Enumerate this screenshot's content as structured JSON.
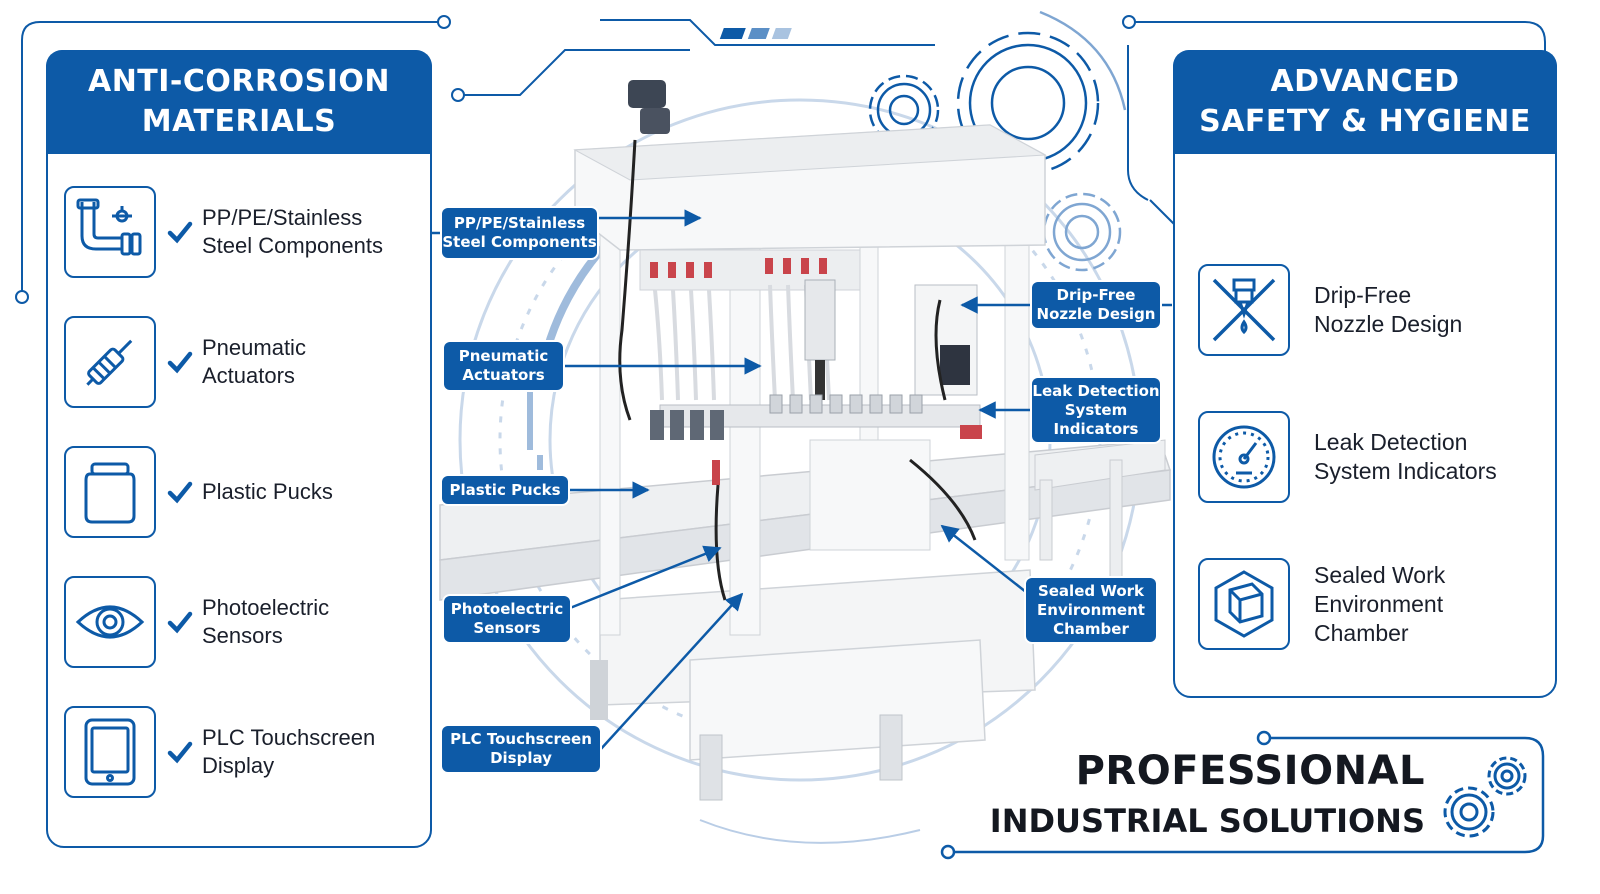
{
  "left_panel": {
    "title": "ANTI-CORROSION\nMATERIALS",
    "items": [
      {
        "label": "PP/PE/Stainless\nSteel Components",
        "icon": "pipe-fittings-icon"
      },
      {
        "label": "Pneumatic\nActuators",
        "icon": "pneumatic-cylinder-icon"
      },
      {
        "label": "Plastic Pucks",
        "icon": "jar-icon"
      },
      {
        "label": "Photoelectric\nSensors",
        "icon": "eye-icon"
      },
      {
        "label": "PLC Touchscreen\nDisplay",
        "icon": "tablet-icon"
      }
    ]
  },
  "right_panel": {
    "title": "ADVANCED\nSAFETY & HYGIENE",
    "items": [
      {
        "label": "Drip-Free\nNozzle Design",
        "icon": "no-drip-nozzle-icon"
      },
      {
        "label": "Leak Detection\nSystem Indicators",
        "icon": "pressure-gauge-icon"
      },
      {
        "label": "Sealed Work\nEnvironment\nChamber",
        "icon": "sealed-cube-icon"
      }
    ]
  },
  "callouts": {
    "steel": "PP/PE/Stainless\nSteel Components",
    "pneumatic": "Pneumatic\nActuators",
    "pucks": "Plastic Pucks",
    "photo": "Photoelectric\nSensors",
    "plc": "PLC Touchscreen\nDisplay",
    "drip": "Drip-Free\nNozzle Design",
    "leak": "Leak Detection\nSystem\nIndicators",
    "sealed": "Sealed Work\nEnvironment\nChamber"
  },
  "banner": {
    "line1": "PROFESSIONAL",
    "line2": "INDUSTRIAL SOLUTIONS"
  },
  "colors": {
    "brand_blue": "#0d5aa7",
    "light_blue": "#c9d8ea",
    "machine_white": "#f4f5f6"
  }
}
